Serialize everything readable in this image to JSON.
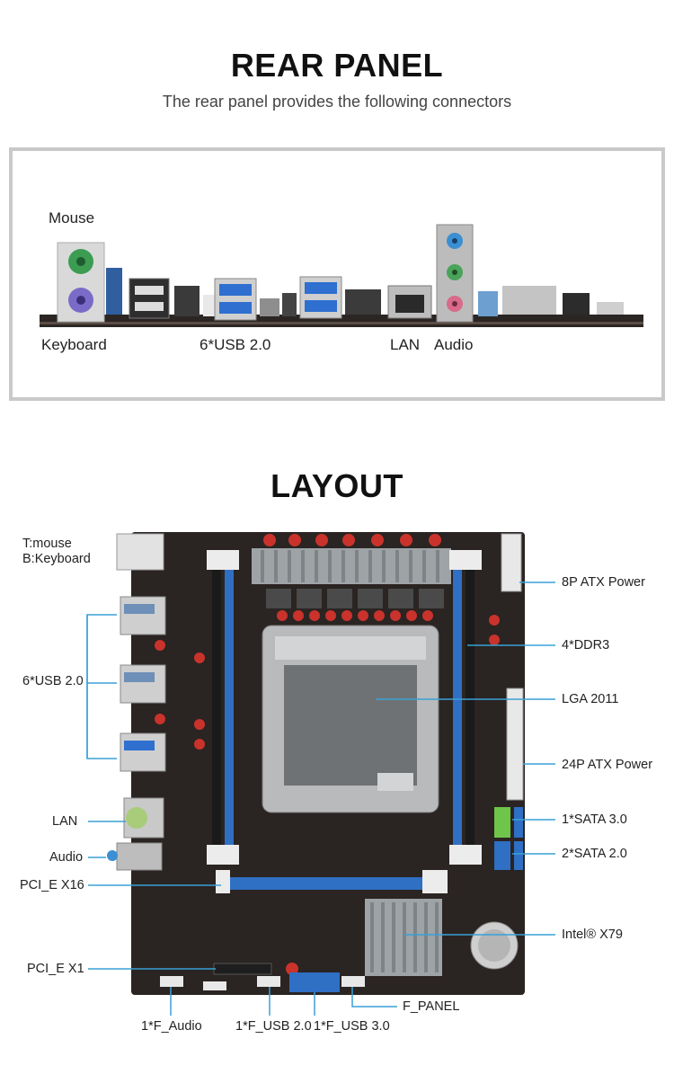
{
  "rear_panel": {
    "title": "REAR PANEL",
    "subtitle": "The rear panel provides the following connectors",
    "labels": {
      "mouse": "Mouse",
      "keyboard": "Keyboard",
      "usb": "6*USB 2.0",
      "lan": "LAN",
      "audio": "Audio"
    }
  },
  "layout": {
    "title": "LAYOUT",
    "callouts": {
      "mouse_keyboard_1": "T:mouse",
      "mouse_keyboard_2": "B:Keyboard",
      "usb": "6*USB 2.0",
      "lan": "LAN",
      "audio": "Audio",
      "pcie_x16": "PCI_E X16",
      "pcie_x1": "PCI_E X1",
      "atx_8p": "8P ATX Power",
      "ddr3": "4*DDR3",
      "lga": "LGA 2011",
      "atx_24p": "24P ATX Power",
      "sata3": "1*SATA 3.0",
      "sata2": "2*SATA 2.0",
      "chipset": "Intel® X79",
      "f_panel": "F_PANEL",
      "f_audio": "1*F_Audio",
      "f_usb2": "1*F_USB 2.0",
      "f_usb3": "1*F_USB 3.0"
    }
  },
  "colors": {
    "accent_line": "#3aa0d6",
    "pcb": "#2a2422",
    "slot_blue": "#2f6fc4",
    "heatsink": "#9ea3a6"
  }
}
